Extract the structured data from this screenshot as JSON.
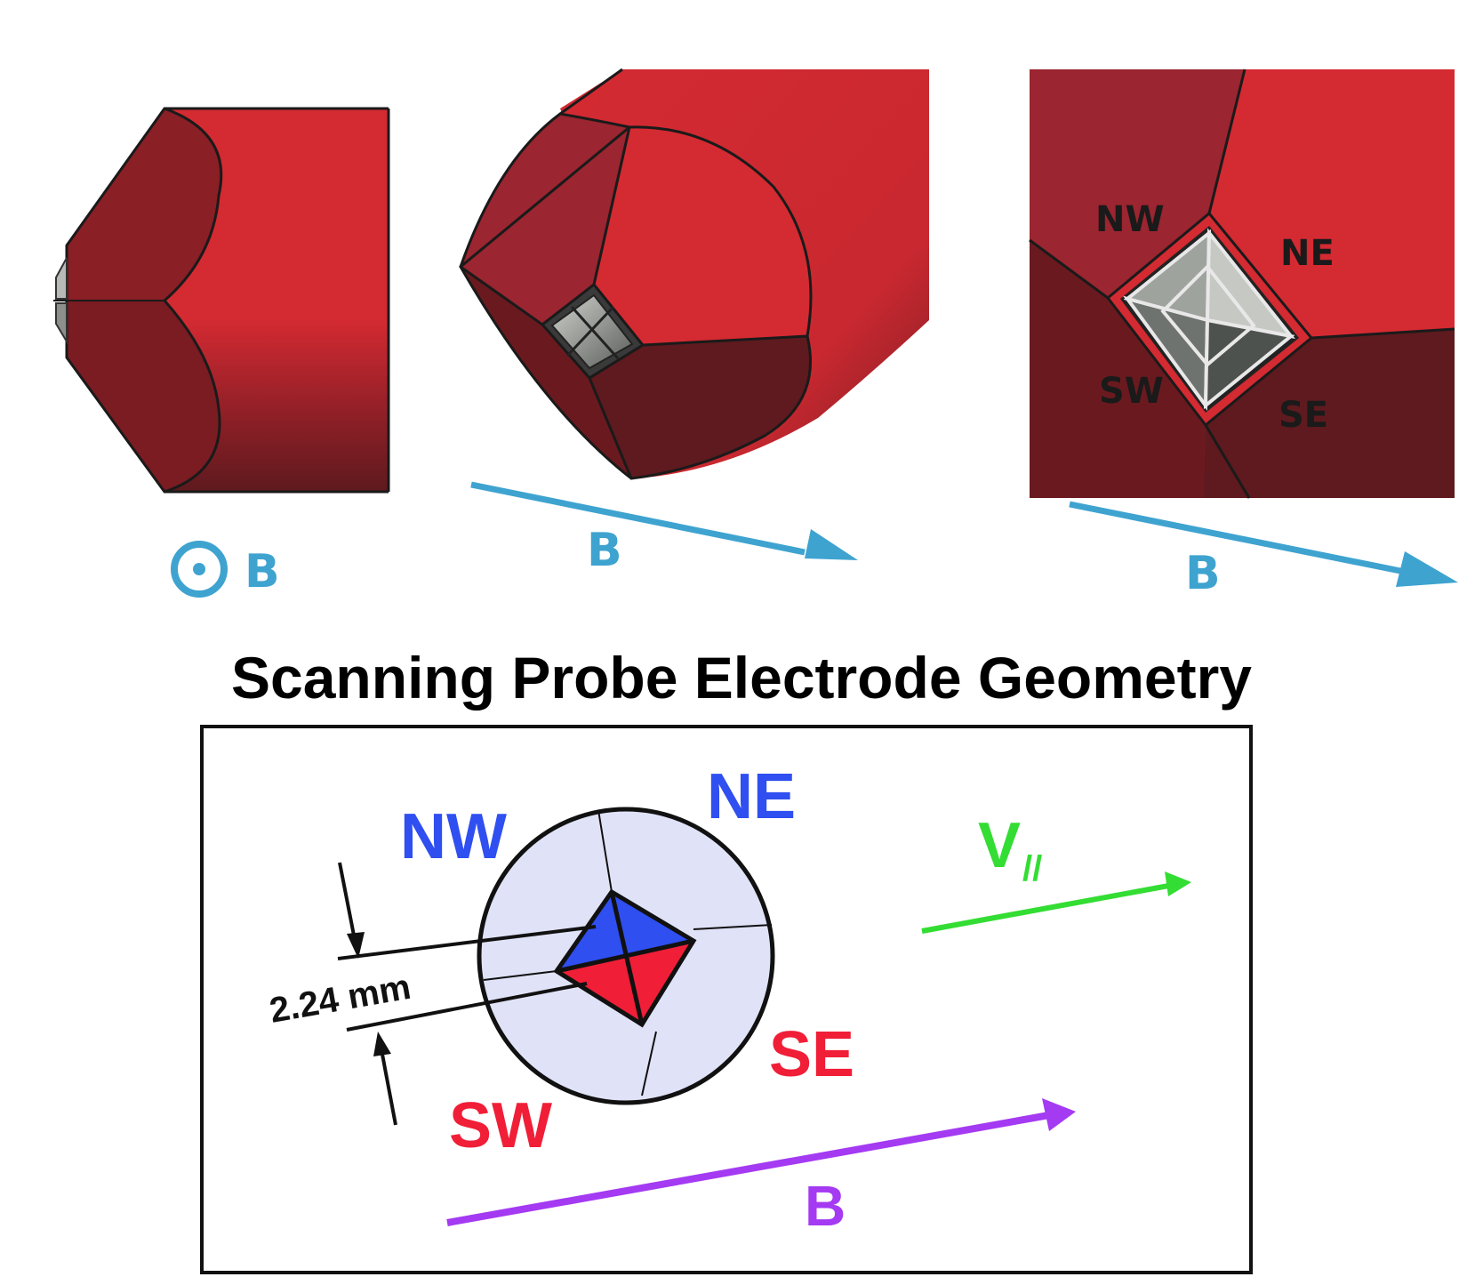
{
  "title": "Scanning Probe Electrode Geometry",
  "top_views": {
    "view1": {
      "field_symbol": "⊙",
      "field_label": "B"
    },
    "view2": {
      "field_label": "B"
    },
    "view3": {
      "field_label": "B",
      "labels": {
        "nw": "NW",
        "ne": "NE",
        "sw": "SW",
        "se": "SE"
      }
    }
  },
  "schematic": {
    "labels": {
      "nw": "NW",
      "ne": "NE",
      "sw": "SW",
      "se": "SE"
    },
    "dimension": "2.24 mm",
    "velocity_symbol": "V",
    "velocity_subscript": "//",
    "field_label": "B"
  },
  "colors": {
    "probe_red": "#d42a32",
    "probe_dark": "#8a1f26",
    "probe_darkest": "#5e1a1e",
    "field_arrow": "#3fa3d0",
    "north_electrode": "#2f4ff0",
    "south_electrode": "#f01e37",
    "velocity_arrow": "#33dd33",
    "schematic_field_arrow": "#a43af2",
    "face_fill": "#e0e2f7"
  }
}
